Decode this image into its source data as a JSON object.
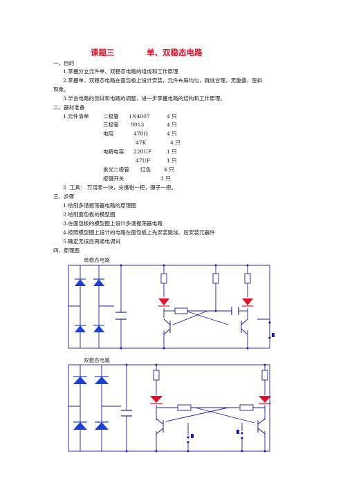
{
  "title": {
    "left": "课题三",
    "right": "单、双稳态电路"
  },
  "section1": {
    "heading": "一、目的",
    "items": [
      "1.掌握分立元件单、双稳态电路的组成和工作原理",
      "2.掌握单、双稳态电路在面包板上设计安装，元件布局均匀，跳线合理，无重叠、歪斜",
      "现象。",
      "3.学会电路的测试和电路的调整，进一步掌握电路的结构和工作原理。"
    ]
  },
  "section2": {
    "heading": "二、器材准备",
    "list_label": "1.元件清单",
    "components": [
      {
        "name": "二极管",
        "model": "1N4007",
        "qty": "4 只"
      },
      {
        "name": "三极管",
        "model": "9013",
        "qty": "4 只"
      },
      {
        "name": "电阻",
        "model": "470Ω",
        "qty": "4 只"
      },
      {
        "name": "",
        "model": "47K",
        "qty": "4 只"
      },
      {
        "name": "电解电容",
        "model": "220UF",
        "qty": "1 只"
      },
      {
        "name": "",
        "model": "47UF",
        "qty": "1 只"
      },
      {
        "name": "发光二极管",
        "model": "红色",
        "qty": "4 只"
      },
      {
        "name": "按键开关",
        "model": "",
        "qty": "3 只"
      }
    ],
    "tools": "2. 工具：  万用表一块，尖嘴钳一把，镊子一把。"
  },
  "section3": {
    "heading": "三、步骤",
    "items": [
      "1.绘制多谐振荡器电路的原理图",
      "2.绘制面包板的模型图",
      "3.在面包板的模型图上设计多谐振荡器电路",
      "4.按照模型图上设计的电路在面包板上先安装跳线、后安装元器件",
      "5.确定无误后再通电调试"
    ]
  },
  "section4": {
    "heading": "四、原理图",
    "diagram1_label": "单稳态电路",
    "diagram2_label": "双稳态电路"
  },
  "colors": {
    "title": "#e0112b",
    "wire": "#1a1aa8",
    "diode": "#1c3fd6",
    "led": "#e0112b"
  }
}
